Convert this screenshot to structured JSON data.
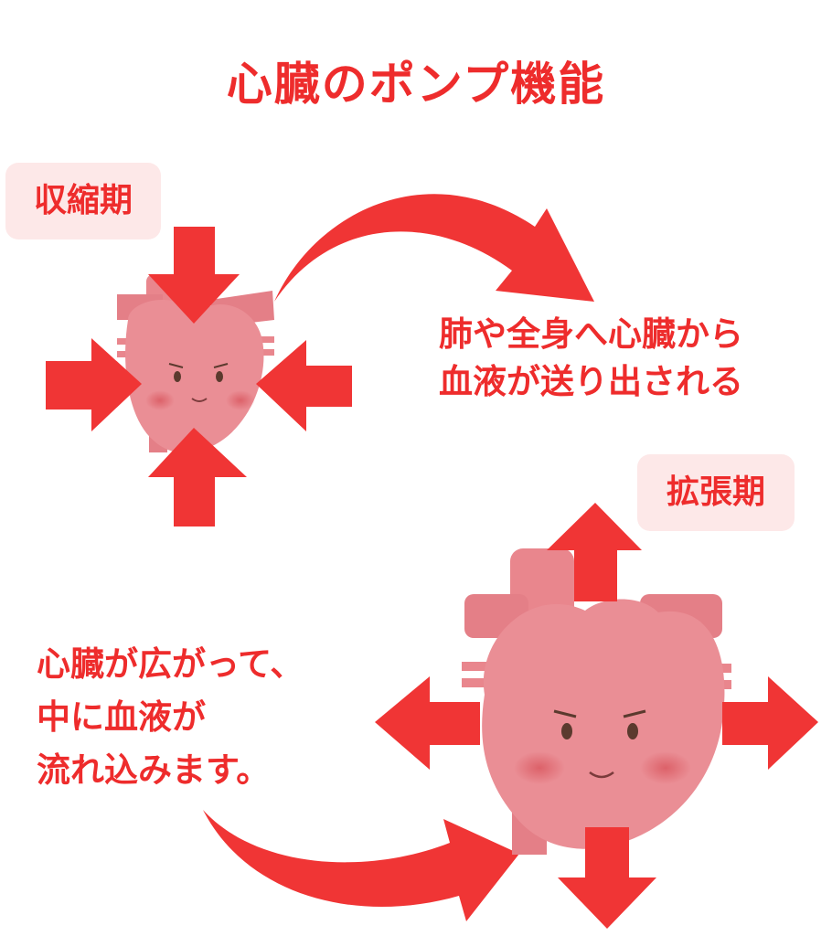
{
  "title": "心臓のポンプ機能",
  "systole": {
    "label": "収縮期",
    "description_lines": [
      "肺や全身へ心臓から",
      "血液が送り出される"
    ]
  },
  "diastole": {
    "label": "拡張期",
    "description_lines": [
      "心臓が広がって、",
      "中に血液が",
      "流れ込みます。"
    ]
  },
  "colors": {
    "accent": "#ee2c2c",
    "arrow": "#f03535",
    "heart": "#ea8e95",
    "vessel": "#e9868d",
    "badge_bg": "#fde8e8"
  }
}
